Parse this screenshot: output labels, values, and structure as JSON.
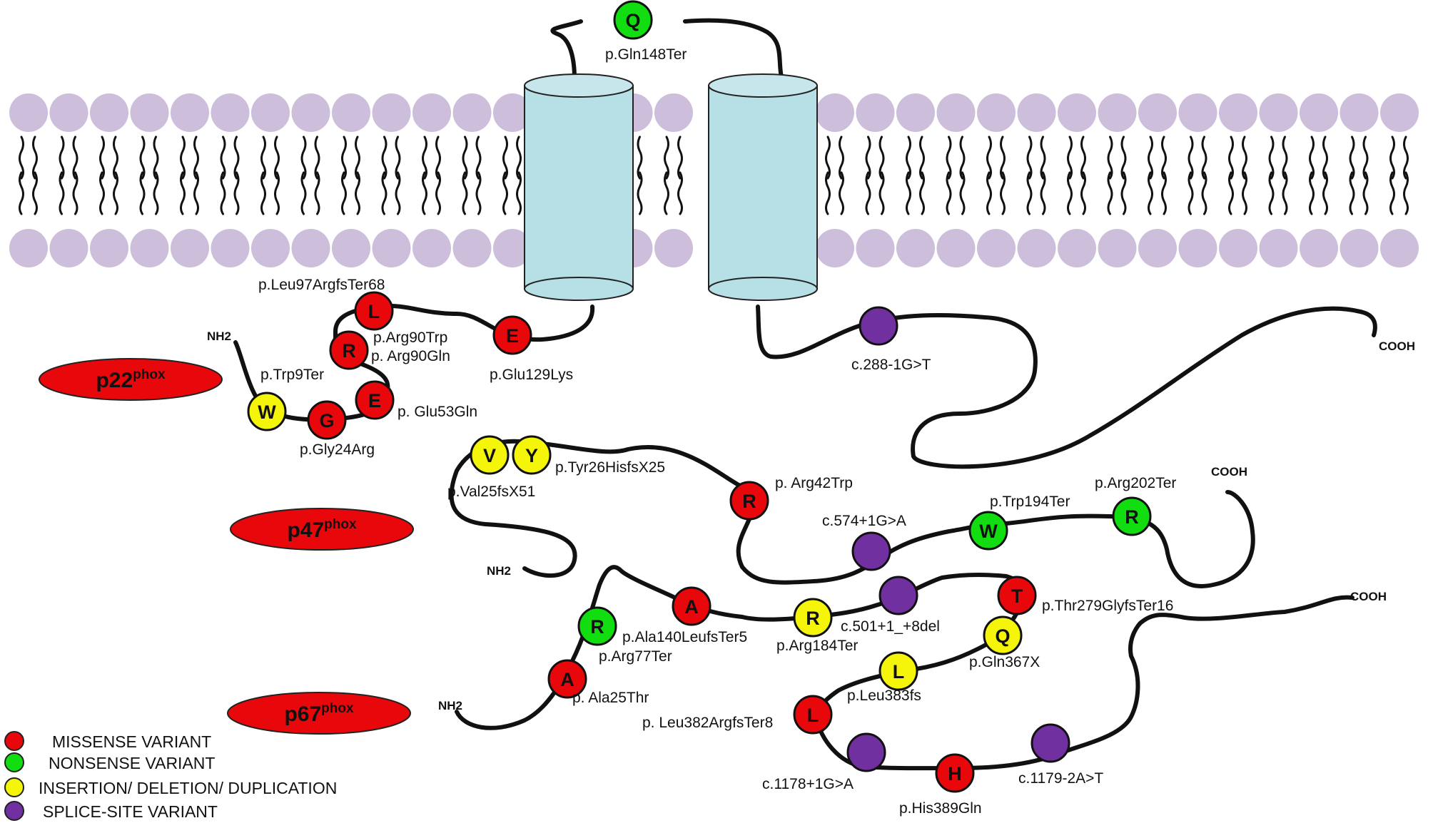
{
  "colors": {
    "missense": "#e8070b",
    "nonsense": "#11dd11",
    "indel": "#f5f50a",
    "splice": "#7030a0",
    "lipid_head": "#cdbfdb",
    "helix": "#b7dfe6",
    "protein_ellipse": "#e8070b"
  },
  "proteins": [
    {
      "name": "p22",
      "superscript": "phox"
    },
    {
      "name": "p47",
      "superscript": "phox"
    },
    {
      "name": "p67",
      "superscript": "phox"
    }
  ],
  "termini": {
    "nh2": "NH2",
    "cooh": "COOH"
  },
  "variants": [
    {
      "residue": "Q",
      "type": "nonsense",
      "label": "p.Gln148Ter"
    },
    {
      "residue": "L",
      "type": "missense",
      "label": "p.Leu97ArgfsTer68"
    },
    {
      "residue": "R",
      "type": "missense",
      "label": "p.Arg90Trp"
    },
    {
      "residue": "",
      "type": "note",
      "label": "p. Arg90Gln"
    },
    {
      "residue": "E",
      "type": "missense",
      "label": "p.Glu129Lys"
    },
    {
      "residue": "W",
      "type": "indel",
      "label": "p.Trp9Ter"
    },
    {
      "residue": "G",
      "type": "missense",
      "label": "p.Gly24Arg"
    },
    {
      "residue": "E",
      "type": "missense",
      "label": "p. Glu53Gln"
    },
    {
      "residue": "",
      "type": "splice",
      "label": "c.288-1G>T"
    },
    {
      "residue": "V",
      "type": "indel",
      "label": "p.Val25fsX51"
    },
    {
      "residue": "Y",
      "type": "indel",
      "label": "p.Tyr26HisfsX25"
    },
    {
      "residue": "R",
      "type": "missense",
      "label": "p. Arg42Trp"
    },
    {
      "residue": "",
      "type": "splice",
      "label": "c.574+1G>A"
    },
    {
      "residue": "W",
      "type": "nonsense",
      "label": "p.Trp194Ter"
    },
    {
      "residue": "R",
      "type": "nonsense",
      "label": "p.Arg202Ter"
    },
    {
      "residue": "R",
      "type": "nonsense",
      "label": "p.Arg77Ter"
    },
    {
      "residue": "A",
      "type": "missense",
      "label": "p. Ala25Thr"
    },
    {
      "residue": "A",
      "type": "missense",
      "label": "p.Ala140LeufsTer5"
    },
    {
      "residue": "R",
      "type": "indel",
      "label": "p.Arg184Ter"
    },
    {
      "residue": "",
      "type": "splice",
      "label": "c.501+1_+8del"
    },
    {
      "residue": "T",
      "type": "missense",
      "label": "p.Thr279GlyfsTer16"
    },
    {
      "residue": "Q",
      "type": "indel",
      "label": "p.Gln367X"
    },
    {
      "residue": "L",
      "type": "indel",
      "label": "p.Leu383fs"
    },
    {
      "residue": "L",
      "type": "missense",
      "label": "p. Leu382ArgfsTer8"
    },
    {
      "residue": "",
      "type": "splice",
      "label": "c.1178+1G>A"
    },
    {
      "residue": "H",
      "type": "missense",
      "label": "p.His389Gln"
    },
    {
      "residue": "",
      "type": "splice",
      "label": "c.1179-2A>T"
    }
  ],
  "legend": [
    {
      "type": "missense",
      "label": "MISSENSE VARIANT"
    },
    {
      "type": "nonsense",
      "label": "NONSENSE VARIANT"
    },
    {
      "type": "indel",
      "label": "INSERTION/  DELETION/  DUPLICATION"
    },
    {
      "type": "splice",
      "label": "SPLICE-SITE VARIANT"
    }
  ]
}
